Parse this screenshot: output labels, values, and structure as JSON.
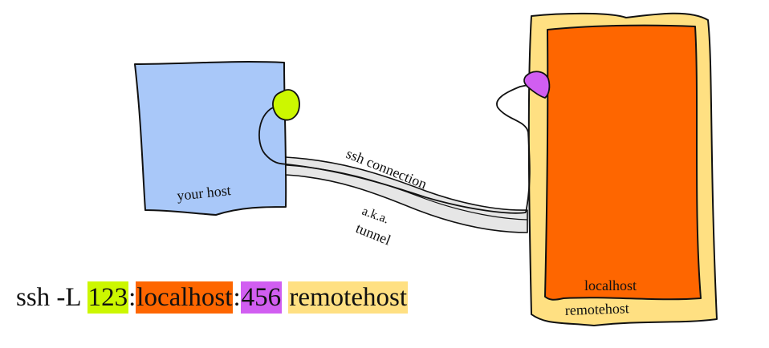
{
  "diagram": {
    "your_host_label": "your host",
    "connection_label": "ssh connection",
    "aka_label": "a.k.a.",
    "tunnel_label": "tunnel",
    "localhost_label": "localhost",
    "remotehost_label": "remotehost"
  },
  "command": {
    "prefix": "ssh -L ",
    "local_port": "123",
    "sep1": ":",
    "dest_host": "localhost",
    "sep2": ":",
    "remote_port": "456",
    "space": " ",
    "remote_host": "remotehost"
  },
  "colors": {
    "your_host_fill": "#a9c8f9",
    "local_port_fill": "#ccf700",
    "localhost_fill": "#fe6600",
    "remote_port_fill": "#d15ef1",
    "remotehost_fill": "#ffe082",
    "tunnel_fill": "#e6e6e6"
  }
}
